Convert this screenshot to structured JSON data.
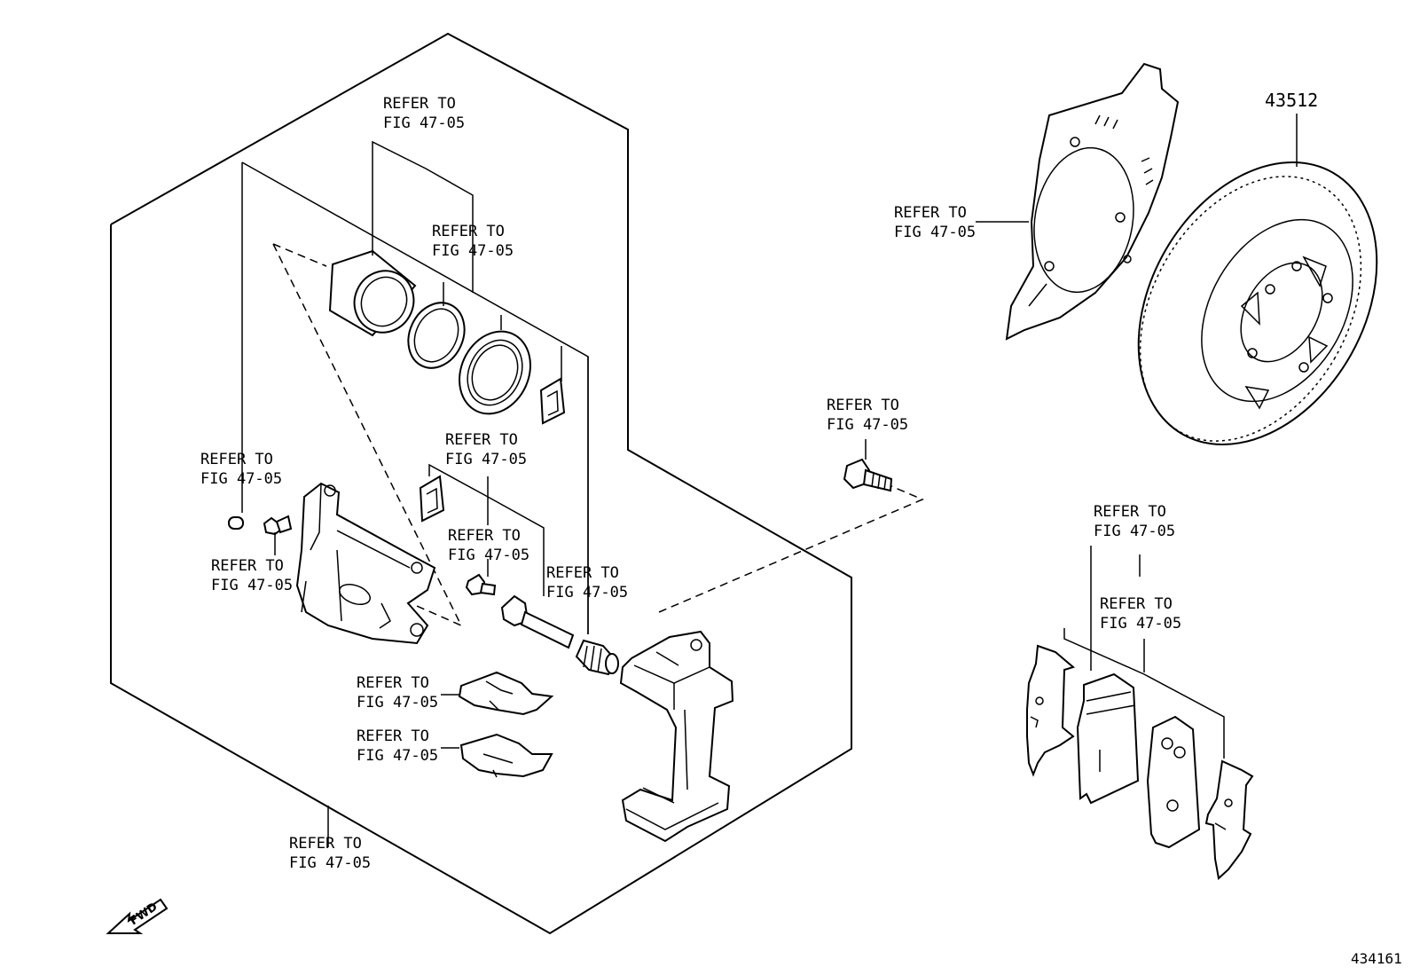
{
  "figure": {
    "illustration_number": "434161",
    "fwd_label": "FWD"
  },
  "part_numbers": {
    "rotor": "43512"
  },
  "callouts": [
    {
      "id": "piston-kit",
      "line1": "REFER TO",
      "line2": "FIG 47-05"
    },
    {
      "id": "piston-seal-kit",
      "line1": "REFER TO",
      "line2": "FIG 47-05"
    },
    {
      "id": "dust-shield",
      "line1": "REFER TO",
      "line2": "FIG 47-05"
    },
    {
      "id": "mount-bolt",
      "line1": "REFER TO",
      "line2": "FIG 47-05"
    },
    {
      "id": "bleeder-cap",
      "line1": "REFER TO",
      "line2": "FIG 47-05"
    },
    {
      "id": "grease-pack",
      "line1": "REFER TO",
      "line2": "FIG 47-05"
    },
    {
      "id": "slide-pin-bolt",
      "line1": "REFER TO",
      "line2": "FIG 47-05"
    },
    {
      "id": "bleeder-plug",
      "line1": "REFER TO",
      "line2": "FIG 47-05"
    },
    {
      "id": "slide-pin",
      "line1": "REFER TO",
      "line2": "FIG 47-05"
    },
    {
      "id": "pad-clip-1",
      "line1": "REFER TO",
      "line2": "FIG 47-05"
    },
    {
      "id": "pad-clip-2",
      "line1": "REFER TO",
      "line2": "FIG 47-05"
    },
    {
      "id": "caliper-assembly",
      "line1": "REFER TO",
      "line2": "FIG 47-05"
    },
    {
      "id": "pad-kit",
      "line1": "REFER TO",
      "line2": "FIG 47-05"
    },
    {
      "id": "pad-shim-kit",
      "line1": "REFER TO",
      "line2": "FIG 47-05"
    }
  ]
}
